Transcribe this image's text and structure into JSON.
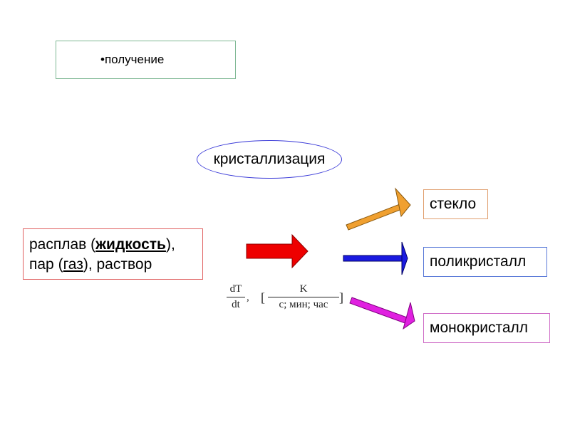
{
  "title": {
    "bullet": "•",
    "text": "получение"
  },
  "process": {
    "label": "кристаллизация"
  },
  "source": {
    "line1_a": "расплав (",
    "line1_b": "жидкость",
    "line1_c": "),",
    "line2_a": "пар (",
    "line2_b": "газ",
    "line2_c": "), раствор"
  },
  "formula": {
    "num1": "dT",
    "den1": "dt",
    "comma": ",",
    "lbr": "[",
    "num2": "K",
    "den2": "c; мин; час",
    "rbr": "]"
  },
  "outputs": {
    "glass": "стекло",
    "polycrystal": "поликристалл",
    "monocrystal": "монокристалл"
  },
  "colors": {
    "main_arrow": "#ee0000",
    "glass_arrow": "#f0a030",
    "poly_arrow": "#1a1ae0",
    "mono_arrow": "#e020e0"
  }
}
